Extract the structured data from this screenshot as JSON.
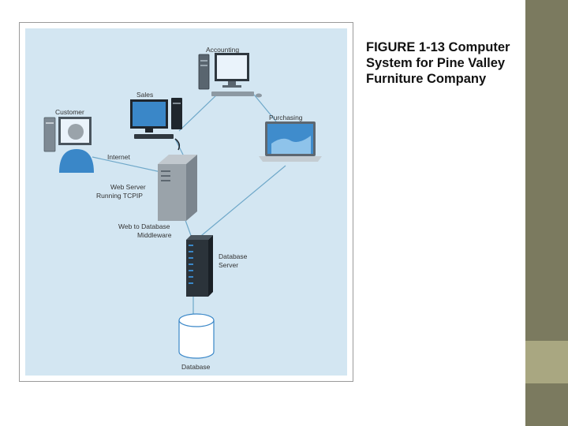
{
  "caption": "FIGURE 1-13 Computer\nSystem for Pine Valley\nFurniture Company",
  "labels": {
    "accounting": "Accounting",
    "sales": "Sales",
    "customer": "Customer",
    "purchasing": "Purchasing",
    "internet": "Internet",
    "web_server_1": "Web Server",
    "web_server_2": "Running TCPIP",
    "middleware_1": "Web to Database",
    "middleware_2": "Middleware",
    "db_server_1": "Database",
    "db_server_2": "Server",
    "database": "Database"
  },
  "colors": {
    "background_panel": "#d3e6f2",
    "stripe_dark": "#7b7a5f",
    "stripe_light": "#a9a781",
    "connector": "#6fa8c9",
    "caption_text": "#111111"
  }
}
